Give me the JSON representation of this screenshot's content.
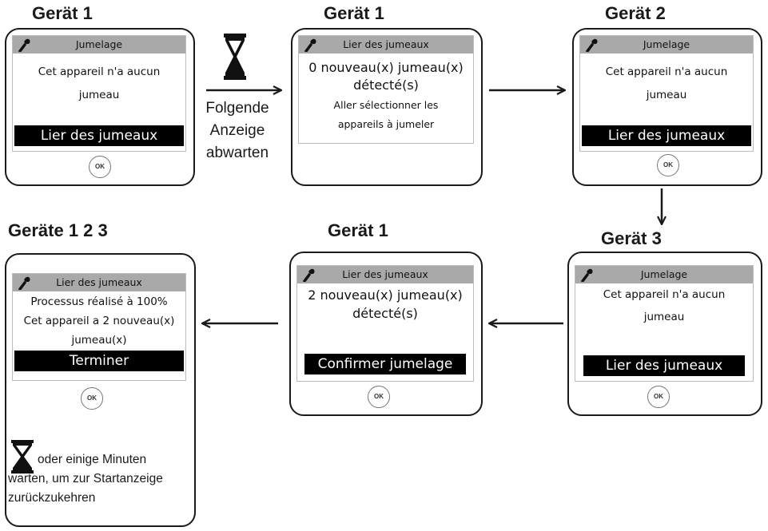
{
  "titles": {
    "s1": "Gerät 1",
    "s2": "Gerät 1",
    "s3": "Gerät 2",
    "s4": "Gerät 3",
    "s5": "Gerät 1",
    "s6": "Geräte 1 2 3"
  },
  "ok_label": "OK",
  "wait": {
    "line1": "Folgende",
    "line2": "Anzeige",
    "line3": "abwarten"
  },
  "screens": {
    "s1": {
      "header": "Jumelage",
      "line1": "Cet appareil n'a aucun",
      "line2": "jumeau",
      "button": "Lier des jumeaux"
    },
    "s2": {
      "header": "Lier des jumeaux",
      "line1": "0 nouveau(x) jumeau(x)",
      "line2": "détecté(s)",
      "line3": "Aller sélectionner les",
      "line4": "appareils à jumeler"
    },
    "s3": {
      "header": "Jumelage",
      "line1": "Cet appareil n'a aucun",
      "line2": "jumeau",
      "button": "Lier des jumeaux"
    },
    "s4": {
      "header": "Jumelage",
      "line1": "Cet appareil n'a aucun",
      "line2": "jumeau",
      "button": "Lier des jumeaux"
    },
    "s5": {
      "header": "Lier des jumeaux",
      "line1": "2 nouveau(x) jumeau(x)",
      "line2": "détecté(s)",
      "button": "Confirmer jumelage"
    },
    "s6": {
      "header": "Lier des jumeaux",
      "line1": "Processus réalisé à 100%",
      "line2": "Cet appareil a 2 nouveau(x)",
      "line3": "jumeau(x)",
      "button": "Terminer"
    }
  },
  "note": {
    "line1": "oder einige Minuten",
    "line2": "warten, um zur Startanzeige",
    "line3": "zurückzukehren"
  },
  "icons": {
    "wrench": "wrench-icon",
    "hourglass": "hourglass-icon"
  },
  "colors": {
    "header_bg": "#a9a9a9",
    "button_bg": "#000000",
    "outline": "#1a1a1a"
  }
}
